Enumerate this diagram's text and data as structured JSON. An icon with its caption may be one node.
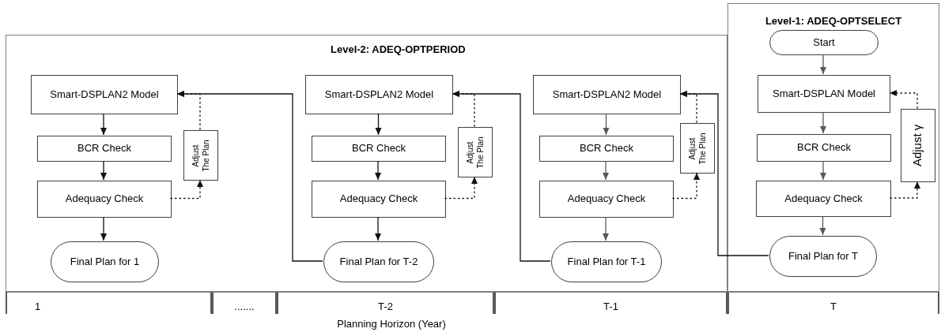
{
  "diagram": {
    "nodes": [
      {
        "text": [
          "Level-2: ADEQ-OPTPERIOD"
        ]
      },
      {
        "text": [
          "Smart-DSPLAN2 Model"
        ],
        "in": 0
      },
      {
        "text": [
          "BCR Check"
        ],
        "in": 0
      },
      {
        "text": [
          "Adequacy Check"
        ],
        "in": 0
      },
      {
        "text": [
          "Adjust The Plan"
        ],
        "in": 0
      },
      {
        "text": [
          "Final Plan for 1"
        ],
        "in": 0
      },
      {
        "text": [
          "Smart-DSPLAN2 Model"
        ],
        "in": 0
      },
      {
        "text": [
          "BCR Check"
        ],
        "in": 0
      },
      {
        "text": [
          "Adequacy Check"
        ],
        "in": 0
      },
      {
        "text": [
          "Adjust The Plan"
        ],
        "in": 0
      },
      {
        "text": [
          "Final Plan for T-2"
        ],
        "in": 0
      },
      {
        "text": [
          "Smart-DSPLAN2 Model"
        ],
        "in": 0
      },
      {
        "text": [
          "BCR Check"
        ],
        "in": 0
      },
      {
        "text": [
          "Adequacy Check"
        ],
        "in": 0
      },
      {
        "text": [
          "Adjust The Plan"
        ],
        "in": 0
      },
      {
        "text": [
          "Final Plan for T-1"
        ],
        "in": 0
      },
      {
        "text": [
          "Level-1: ADEQ-OPTSELECT"
        ]
      },
      {
        "text": [
          "Start"
        ],
        "in": 16
      },
      {
        "text": [
          "Smart-DSPLAN Model"
        ],
        "in": 16
      },
      {
        "text": [
          "BCR Check"
        ],
        "in": 16
      },
      {
        "text": [
          "Adequacy Check"
        ],
        "in": 16
      },
      {
        "text": [
          "Adjust γ"
        ],
        "in": 16
      },
      {
        "text": [
          "Final Plan for T"
        ],
        "in": 16
      }
    ],
    "edges": [
      {
        "from": 1,
        "to": 2,
        "arrow": "to"
      },
      {
        "from": 2,
        "to": 3,
        "arrow": "to"
      },
      {
        "from": 3,
        "to": 5,
        "arrow": "to"
      },
      {
        "from": 3,
        "to": 4,
        "arrow": "to",
        "style": "dashed"
      },
      {
        "from": 4,
        "to": 1,
        "arrow": "to",
        "style": "dashed"
      },
      {
        "from": 6,
        "to": 7,
        "arrow": "to"
      },
      {
        "from": 7,
        "to": 8,
        "arrow": "to"
      },
      {
        "from": 8,
        "to": 10,
        "arrow": "to"
      },
      {
        "from": 8,
        "to": 9,
        "arrow": "to",
        "style": "dashed"
      },
      {
        "from": 9,
        "to": 6,
        "arrow": "to",
        "style": "dashed"
      },
      {
        "from": 11,
        "to": 12,
        "arrow": "to",
        "color": "#595959"
      },
      {
        "from": 12,
        "to": 13,
        "arrow": "to",
        "color": "#595959"
      },
      {
        "from": 13,
        "to": 15,
        "arrow": "to",
        "color": "#595959"
      },
      {
        "from": 13,
        "to": 14,
        "arrow": "to",
        "style": "dashed"
      },
      {
        "from": 14,
        "to": 11,
        "arrow": "to",
        "style": "dashed"
      },
      {
        "from": 17,
        "to": 18,
        "arrow": "to",
        "color": "#595959"
      },
      {
        "from": 18,
        "to": 19,
        "arrow": "to",
        "color": "#595959"
      },
      {
        "from": 19,
        "to": 20,
        "arrow": "to",
        "color": "#595959"
      },
      {
        "from": 20,
        "to": 22,
        "arrow": "to",
        "color": "#595959"
      },
      {
        "from": 20,
        "to": 21,
        "arrow": "to",
        "style": "dashed"
      },
      {
        "from": 21,
        "to": 18,
        "arrow": "to",
        "style": "dashed"
      },
      {
        "from": 22,
        "to": 11,
        "arrow": "to"
      },
      {
        "from": 15,
        "to": 6,
        "arrow": "to"
      },
      {
        "from": 10,
        "to": 1,
        "arrow": "to"
      }
    ],
    "labels": [
      "1",
      ".......",
      "T-2",
      "T-1",
      "T",
      "Planning Horizon (Year)"
    ]
  }
}
